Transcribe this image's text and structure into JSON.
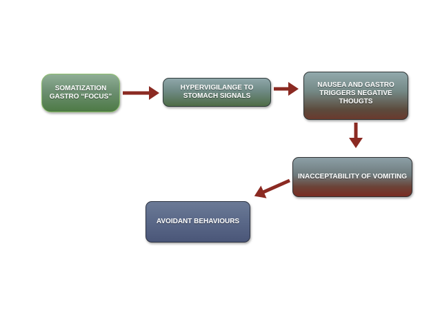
{
  "nodes": {
    "somatization": "SOMATIZATION GASTRO “FOCUS”",
    "hypervigilance": "HYPERVIGILANGE TO STOMACH SIGNALS",
    "nausea": "NAUSEA AND GASTRO TRIGGERS NEGATIVE THOUGTS",
    "inacceptability": "INACCEPTABILITY OF VOMITING",
    "avoidant": "AVOIDANT BEHAVIOURS"
  },
  "colors": {
    "arrow": "#8b2a22",
    "green_border": "#8fc06e",
    "blue_box": "#5a6888"
  }
}
